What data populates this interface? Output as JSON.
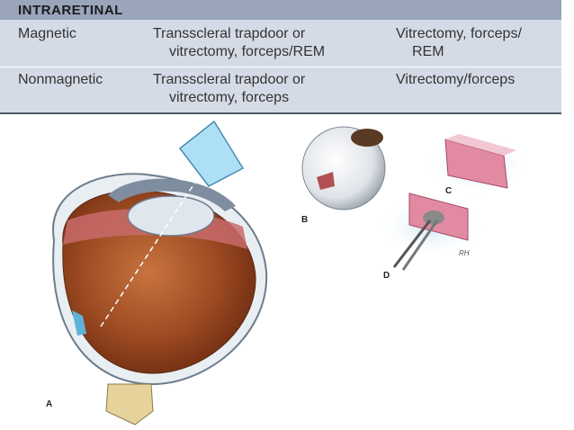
{
  "table": {
    "header": "INTRARETINAL",
    "rows": [
      {
        "type": "Magnetic",
        "col2_line1": "Transscleral trapdoor or",
        "col2_line2": "vitrectomy, forceps/REM",
        "col3_line1": "Vitrectomy, forceps/",
        "col3_line2": "REM"
      },
      {
        "type": "Nonmagnetic",
        "col2_line1": "Transscleral trapdoor or",
        "col2_line2": "vitrectomy, forceps",
        "col3_line1": "Vitrectomy/forceps",
        "col3_line2": ""
      }
    ]
  },
  "figure": {
    "labels": {
      "a": "A",
      "b": "B",
      "c": "C",
      "d": "D"
    },
    "signature": "RH"
  }
}
